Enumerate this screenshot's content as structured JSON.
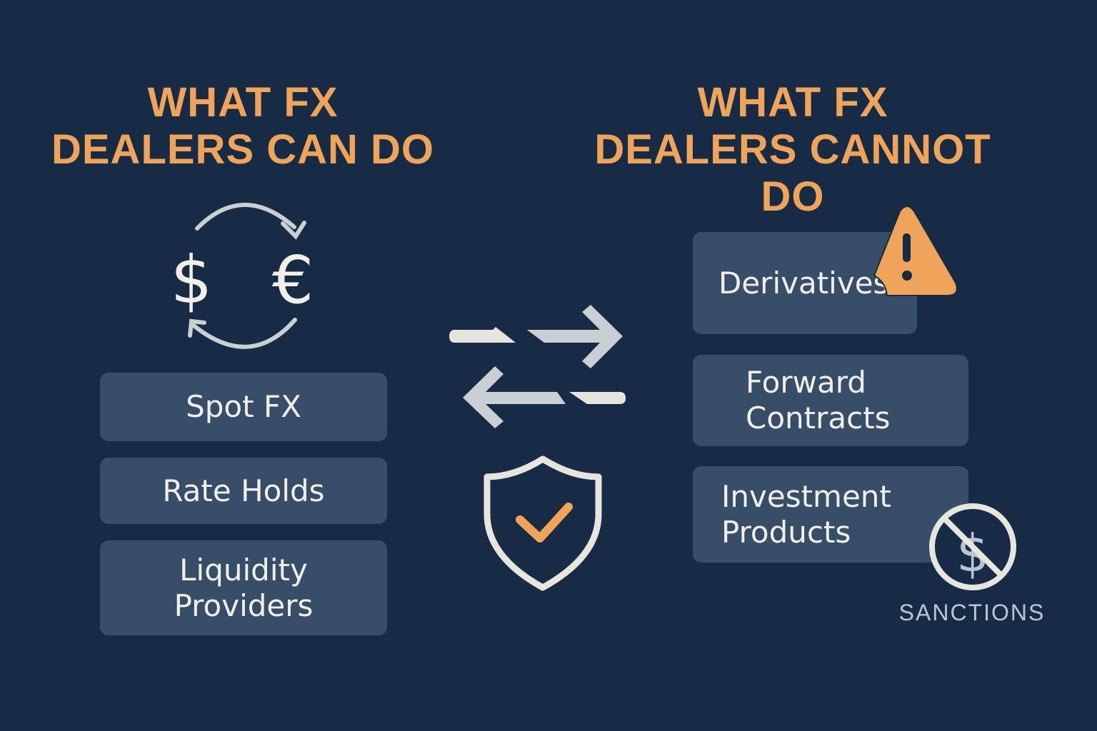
{
  "left_panel": {
    "title_line1": "WHAT FX",
    "title_line2": "DEALERS CAN DO",
    "icon": "currency-exchange-icon",
    "items": [
      {
        "label": "Spot FX"
      },
      {
        "label": "Rate Holds"
      },
      {
        "label": "Liquidity Providers",
        "line1": "Liquidity",
        "line2": "Providers"
      }
    ]
  },
  "center": {
    "icons": [
      "swap-arrows-icon",
      "shield-check-icon"
    ]
  },
  "right_panel": {
    "title_line1": "WHAT FX",
    "title_line2": "DEALERS CANNOT DO",
    "items": [
      {
        "label": "Derivatives",
        "icon": "warning-icon"
      },
      {
        "label": "Forward Contracts",
        "line1": "Forward",
        "line2": "Contracts"
      },
      {
        "label": "Investment Products",
        "line1": "Investment",
        "line2": "Products",
        "icon": "no-dollar-icon"
      }
    ],
    "sanctions_label": "SANCTIONS"
  },
  "colors": {
    "background": "#172b45",
    "accent": "#f0a45a",
    "card": "#364e67",
    "text": "#f1efe8",
    "icon_light": "#e6e6df",
    "icon_grey": "#c9d0d3",
    "sanctions_text": "#b9c6d2"
  }
}
